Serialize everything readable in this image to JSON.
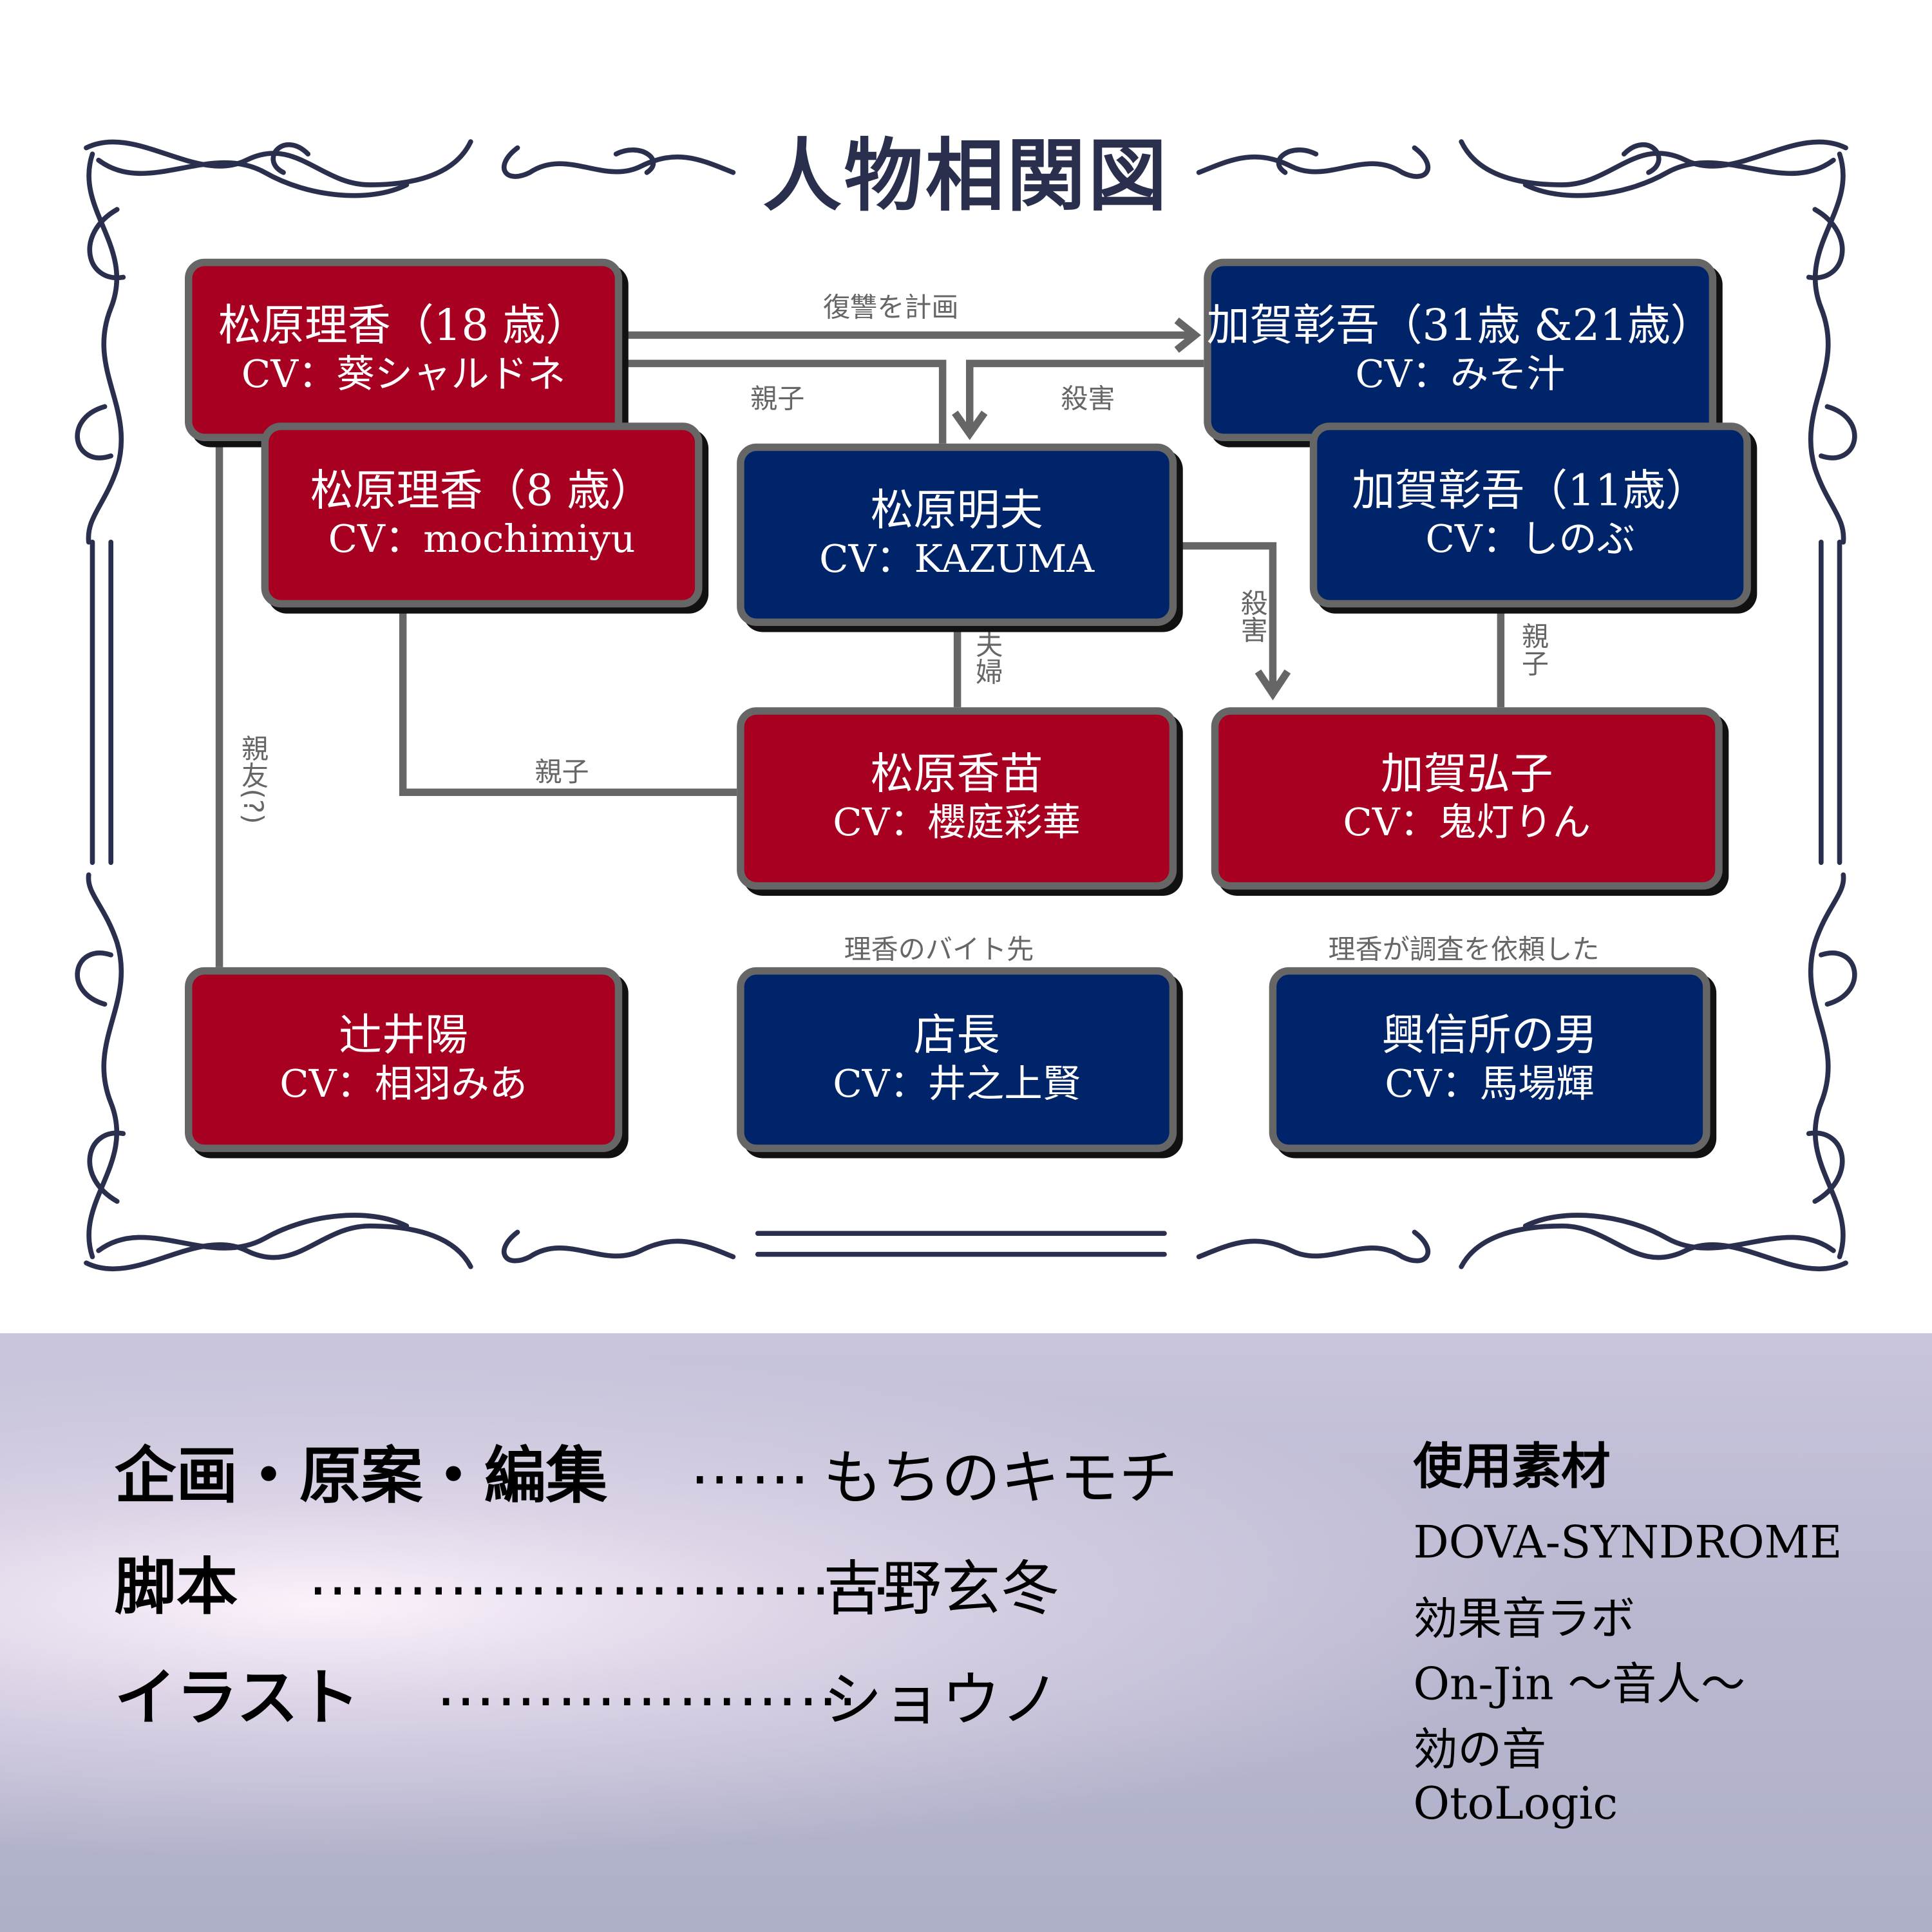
{
  "title": "人物相関図",
  "colors": {
    "red": "#a80020",
    "navy": "#00246a",
    "line": "#666666",
    "ornament": "#2b2f4e"
  },
  "characters": [
    {
      "id": "rika18",
      "name": "松原理香（18 歳）",
      "cv": "CV：葵シャルドネ",
      "color": "red"
    },
    {
      "id": "rika8",
      "name": "松原理香（8 歳）",
      "cv": "CV：mochimiyu",
      "color": "red"
    },
    {
      "id": "akio",
      "name": "松原明夫",
      "cv": "CV：KAZUMA",
      "color": "navy"
    },
    {
      "id": "shogo31",
      "name": "加賀彰吾（31歳 &21歳）",
      "cv": "CV：みそ汁",
      "color": "navy"
    },
    {
      "id": "shogo11",
      "name": "加賀彰吾（11歳）",
      "cv": "CV：しのぶ",
      "color": "navy"
    },
    {
      "id": "kanae",
      "name": "松原香苗",
      "cv": "CV：櫻庭彩華",
      "color": "red"
    },
    {
      "id": "hiroko",
      "name": "加賀弘子",
      "cv": "CV：鬼灯りん",
      "color": "red"
    },
    {
      "id": "tsujii",
      "name": "辻井陽",
      "cv": "CV：相羽みあ",
      "color": "red"
    },
    {
      "id": "tencho",
      "name": "店長",
      "cv": "CV：井之上賢",
      "color": "navy"
    },
    {
      "id": "koshinjo",
      "name": "興信所の男",
      "cv": "CV：馬場輝",
      "color": "navy"
    }
  ],
  "relations": {
    "revenge": "復讐を計画",
    "parent_child_1": "親子",
    "murder_1": "殺害",
    "murder_2": "殺害",
    "couple": "夫婦",
    "parent_child_2": "親子",
    "parent_child_3": "親子",
    "best_friend": "親友(?)",
    "rika_job": "理香のバイト先",
    "rika_request": "理香が調査を依頼した"
  },
  "credits": [
    {
      "role": "企画・原案・編集",
      "dots": "……",
      "name": "もちのキモチ"
    },
    {
      "role": "脚本",
      "dots": "…………………………",
      "name": "吉野玄冬"
    },
    {
      "role": "イラスト",
      "dots": "…………………",
      "name": "ショウノ"
    }
  ],
  "materials": {
    "heading": "使用素材",
    "items": [
      "DOVA-SYNDROME",
      "効果音ラボ",
      "On-Jin ～音人～",
      "効の音",
      "OtoLogic"
    ]
  }
}
